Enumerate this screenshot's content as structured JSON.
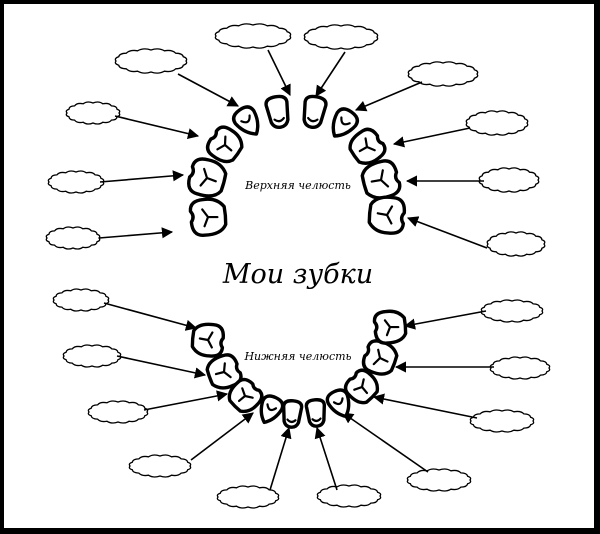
{
  "title": "Мои зубки",
  "upper_jaw": {
    "label": "Верхняя челюсть",
    "tooth_count": 10
  },
  "lower_jaw": {
    "label": "Нижняя челюсть",
    "tooth_count": 10
  }
}
